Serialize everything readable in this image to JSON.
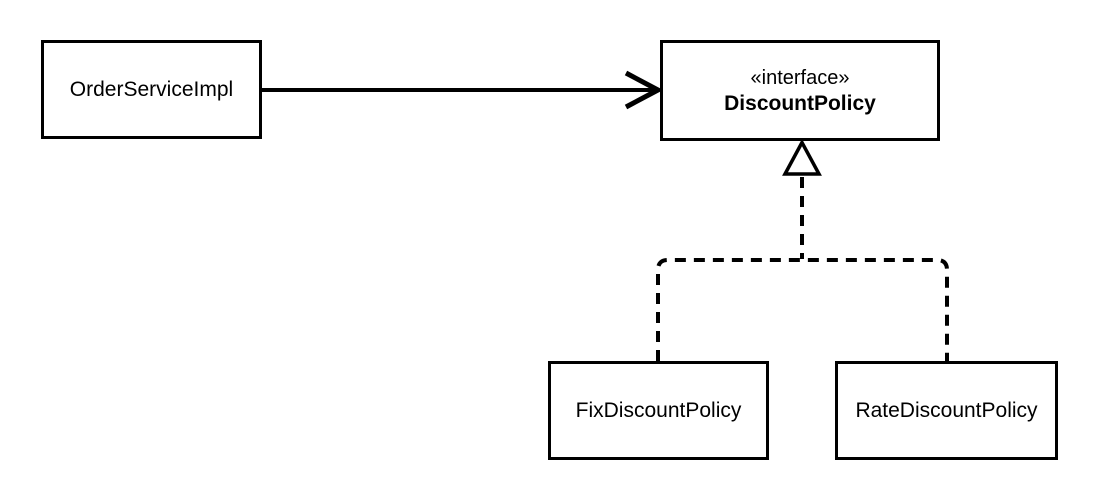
{
  "diagram": {
    "background_color": "#ffffff",
    "line_color": "#000000",
    "nodes": {
      "order_service_impl": {
        "label": "OrderServiceImpl"
      },
      "discount_policy": {
        "stereotype": "«interface»",
        "label": "DiscountPolicy"
      },
      "fix_discount_policy": {
        "label": "FixDiscountPolicy"
      },
      "rate_discount_policy": {
        "label": "RateDiscountPolicy"
      }
    },
    "edges": [
      {
        "from": "OrderServiceImpl",
        "to": "DiscountPolicy",
        "relation": "dependency",
        "style": "solid-line-open-arrow"
      },
      {
        "from": "FixDiscountPolicy",
        "to": "DiscountPolicy",
        "relation": "realization",
        "style": "dashed-line-hollow-triangle"
      },
      {
        "from": "RateDiscountPolicy",
        "to": "DiscountPolicy",
        "relation": "realization",
        "style": "dashed-line-hollow-triangle"
      }
    ]
  }
}
